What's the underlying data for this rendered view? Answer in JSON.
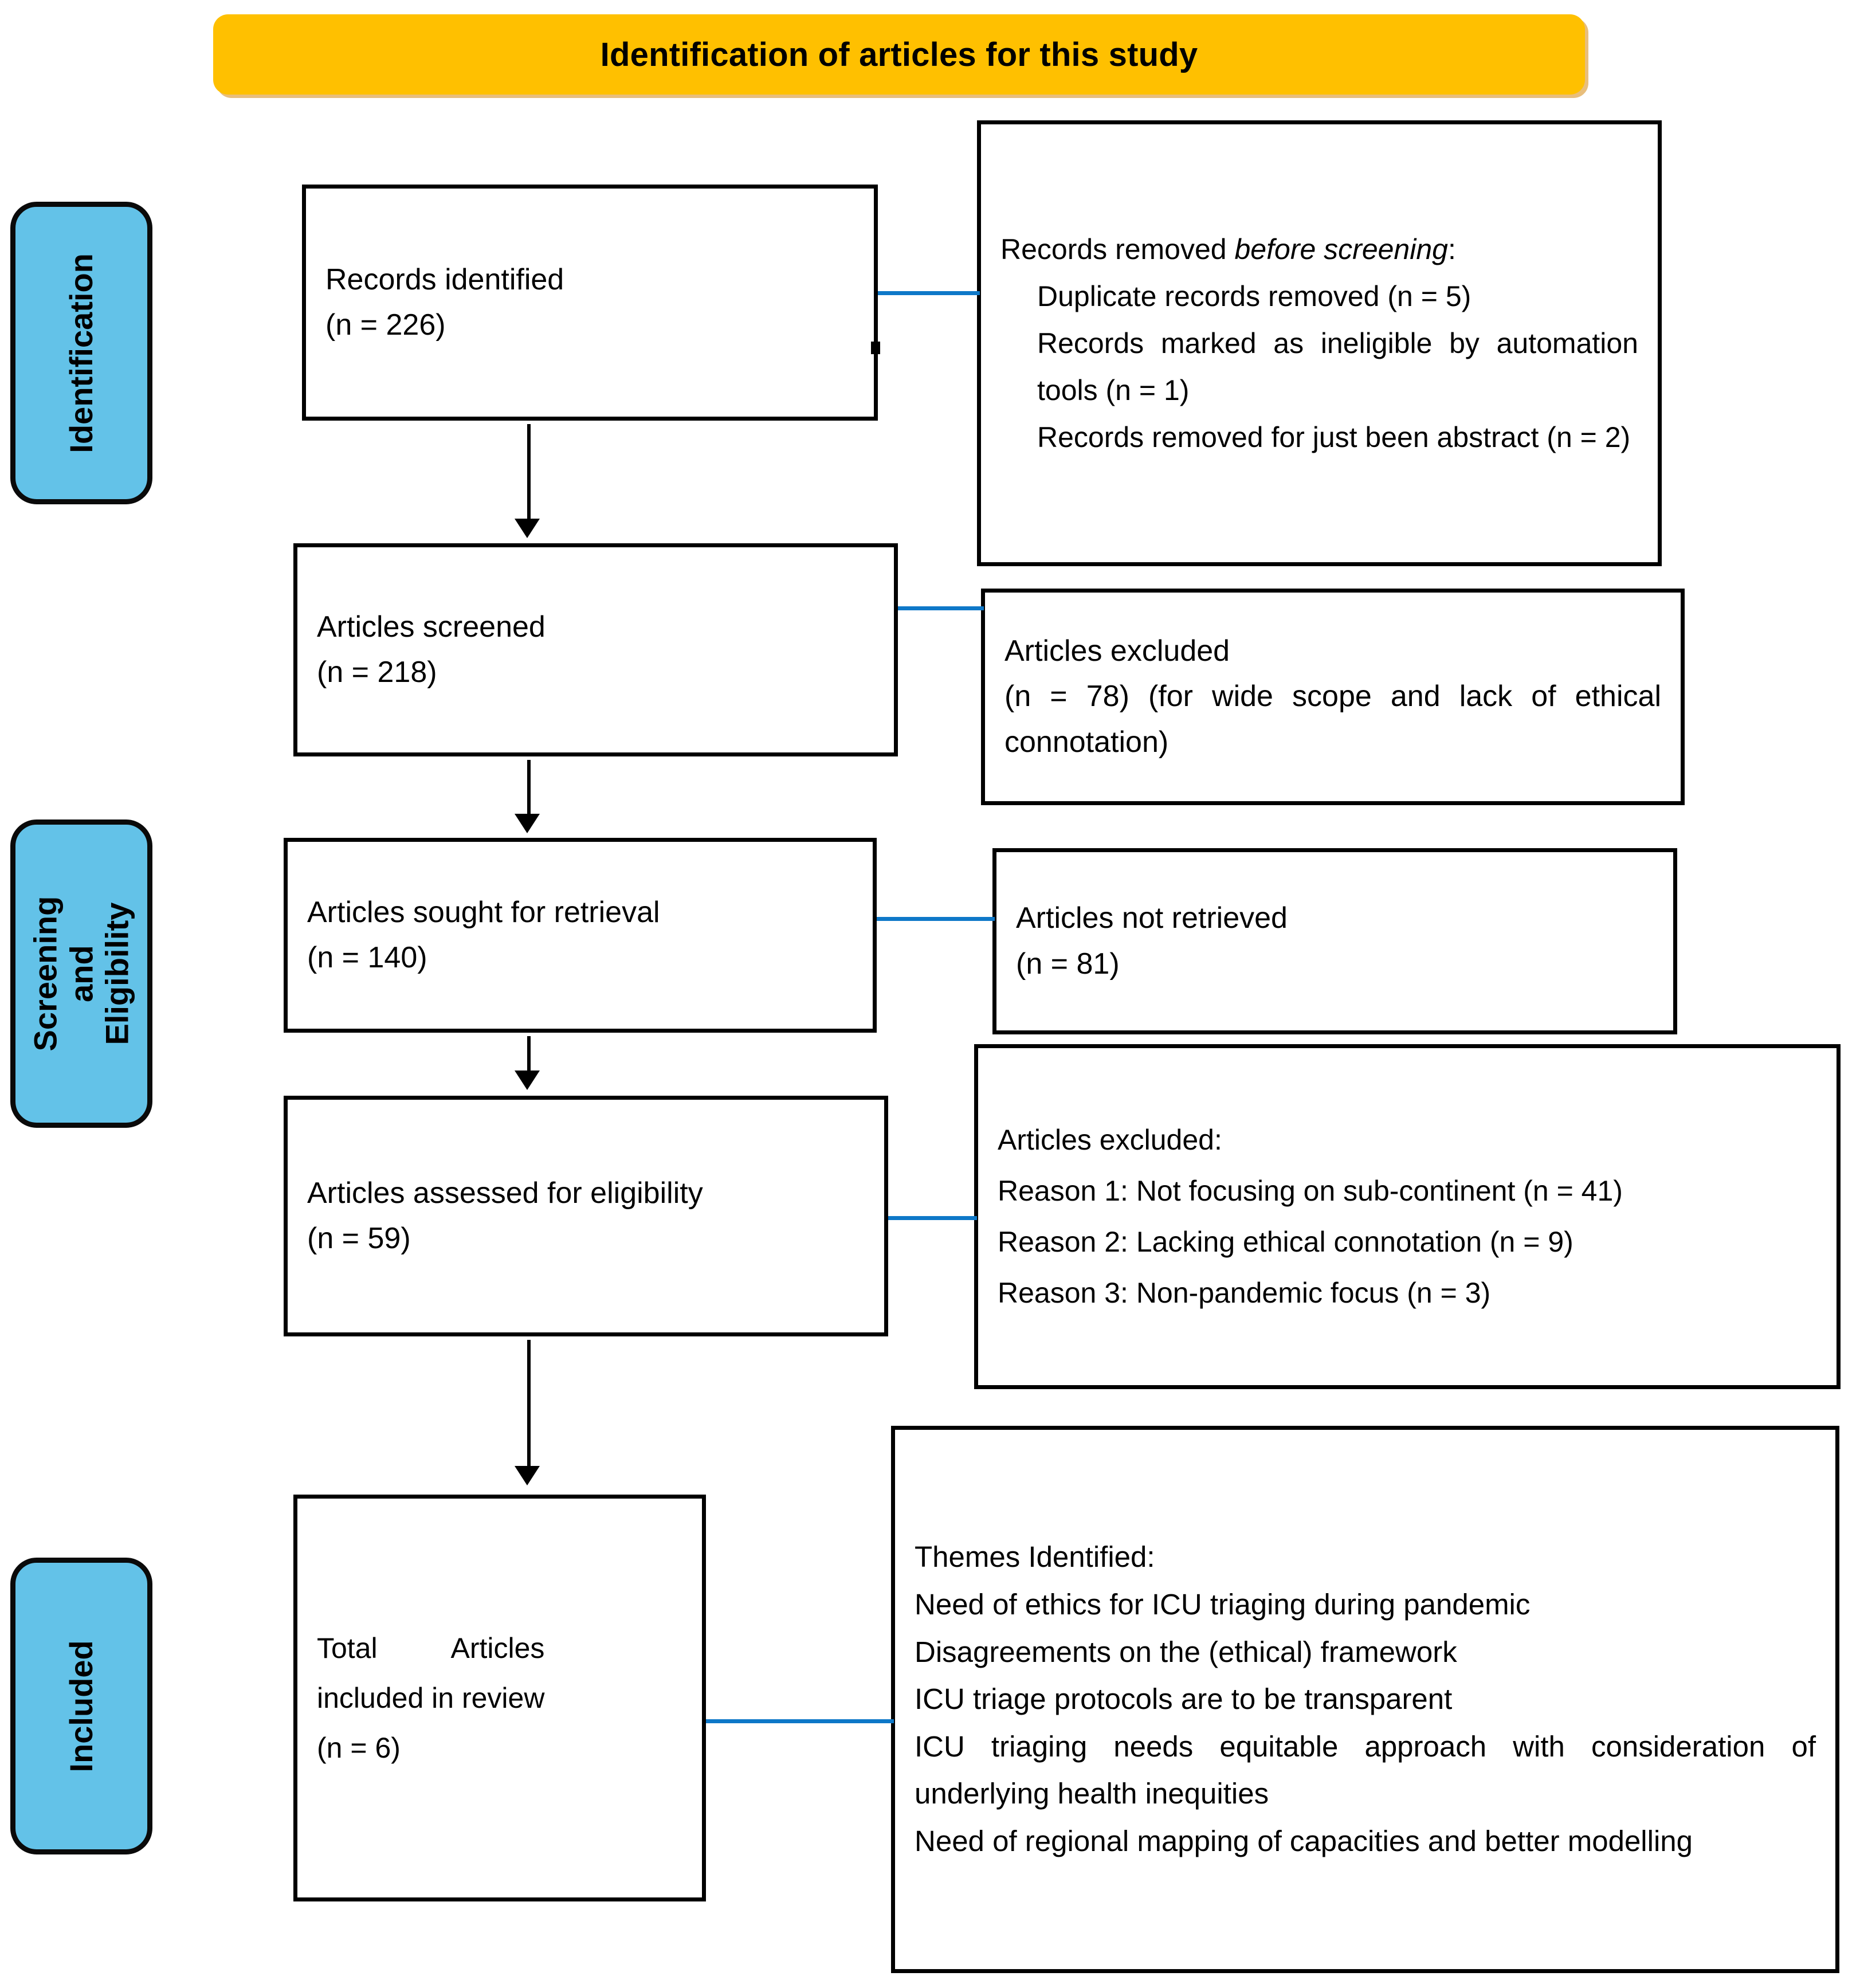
{
  "title": {
    "text": "Identification of articles for this study"
  },
  "colors": {
    "banner": "#FFC000",
    "stage_label": "#63C2E8",
    "connector_blue": "#0E78C8",
    "box_border": "#000000"
  },
  "stages": [
    {
      "id": "identification",
      "label": "Identification"
    },
    {
      "id": "screening-eligibility",
      "label": "Screening and Eligibility"
    },
    {
      "id": "included",
      "label": "Included"
    }
  ],
  "boxes": {
    "records_identified": {
      "line1": "Records identified",
      "line2": "(n = 226)"
    },
    "records_removed": {
      "heading_normal": "Records removed ",
      "heading_italic": "before screening",
      "heading_colon": ":",
      "items": [
        "Duplicate records removed (n = 5)",
        "Records marked as ineligible by automation tools (n = 1)",
        "Records removed for just been abstract (n = 2)"
      ]
    },
    "articles_screened": {
      "line1": "Articles screened",
      "line2": "(n = 218)"
    },
    "articles_excluded_1": {
      "line1": "Articles excluded",
      "line2": "(n = 78) (for wide scope and lack of ethical connotation)"
    },
    "articles_sought": {
      "line1": "Articles sought for retrieval",
      "line2": "(n = 140)"
    },
    "articles_not_retrieved": {
      "line1": "Articles not retrieved",
      "line2": "(n = 81)"
    },
    "articles_assessed": {
      "line1": "Articles assessed for eligibility",
      "line2": "(n = 59)"
    },
    "articles_excluded_2": {
      "heading": "Articles excluded:",
      "reasons": [
        "Reason 1: Not focusing on sub-continent (n = 41)",
        "Reason 2: Lacking ethical connotation (n = 9)",
        "Reason 3: Non-pandemic focus (n = 3)"
      ]
    },
    "total_included": {
      "line1": "Total Articles",
      "line2": "included in review",
      "line3": "(n = 6)"
    },
    "themes": {
      "heading": "Themes Identified:",
      "items": [
        "Need of ethics for ICU triaging during pandemic",
        "Disagreements on the (ethical) framework",
        "ICU triage protocols are to be transparent",
        "ICU triaging needs equitable approach with consideration of underlying health inequities",
        "Need of regional mapping of capacities and better modelling"
      ]
    }
  },
  "counts": {
    "records_identified": 226,
    "duplicates_removed": 5,
    "ineligible_automation": 1,
    "abstract_only_removed": 2,
    "articles_screened": 218,
    "articles_excluded_screening": 78,
    "articles_sought": 140,
    "articles_not_retrieved": 81,
    "articles_assessed": 59,
    "excluded_reason_1": 41,
    "excluded_reason_2": 9,
    "excluded_reason_3": 3,
    "total_included": 6
  }
}
